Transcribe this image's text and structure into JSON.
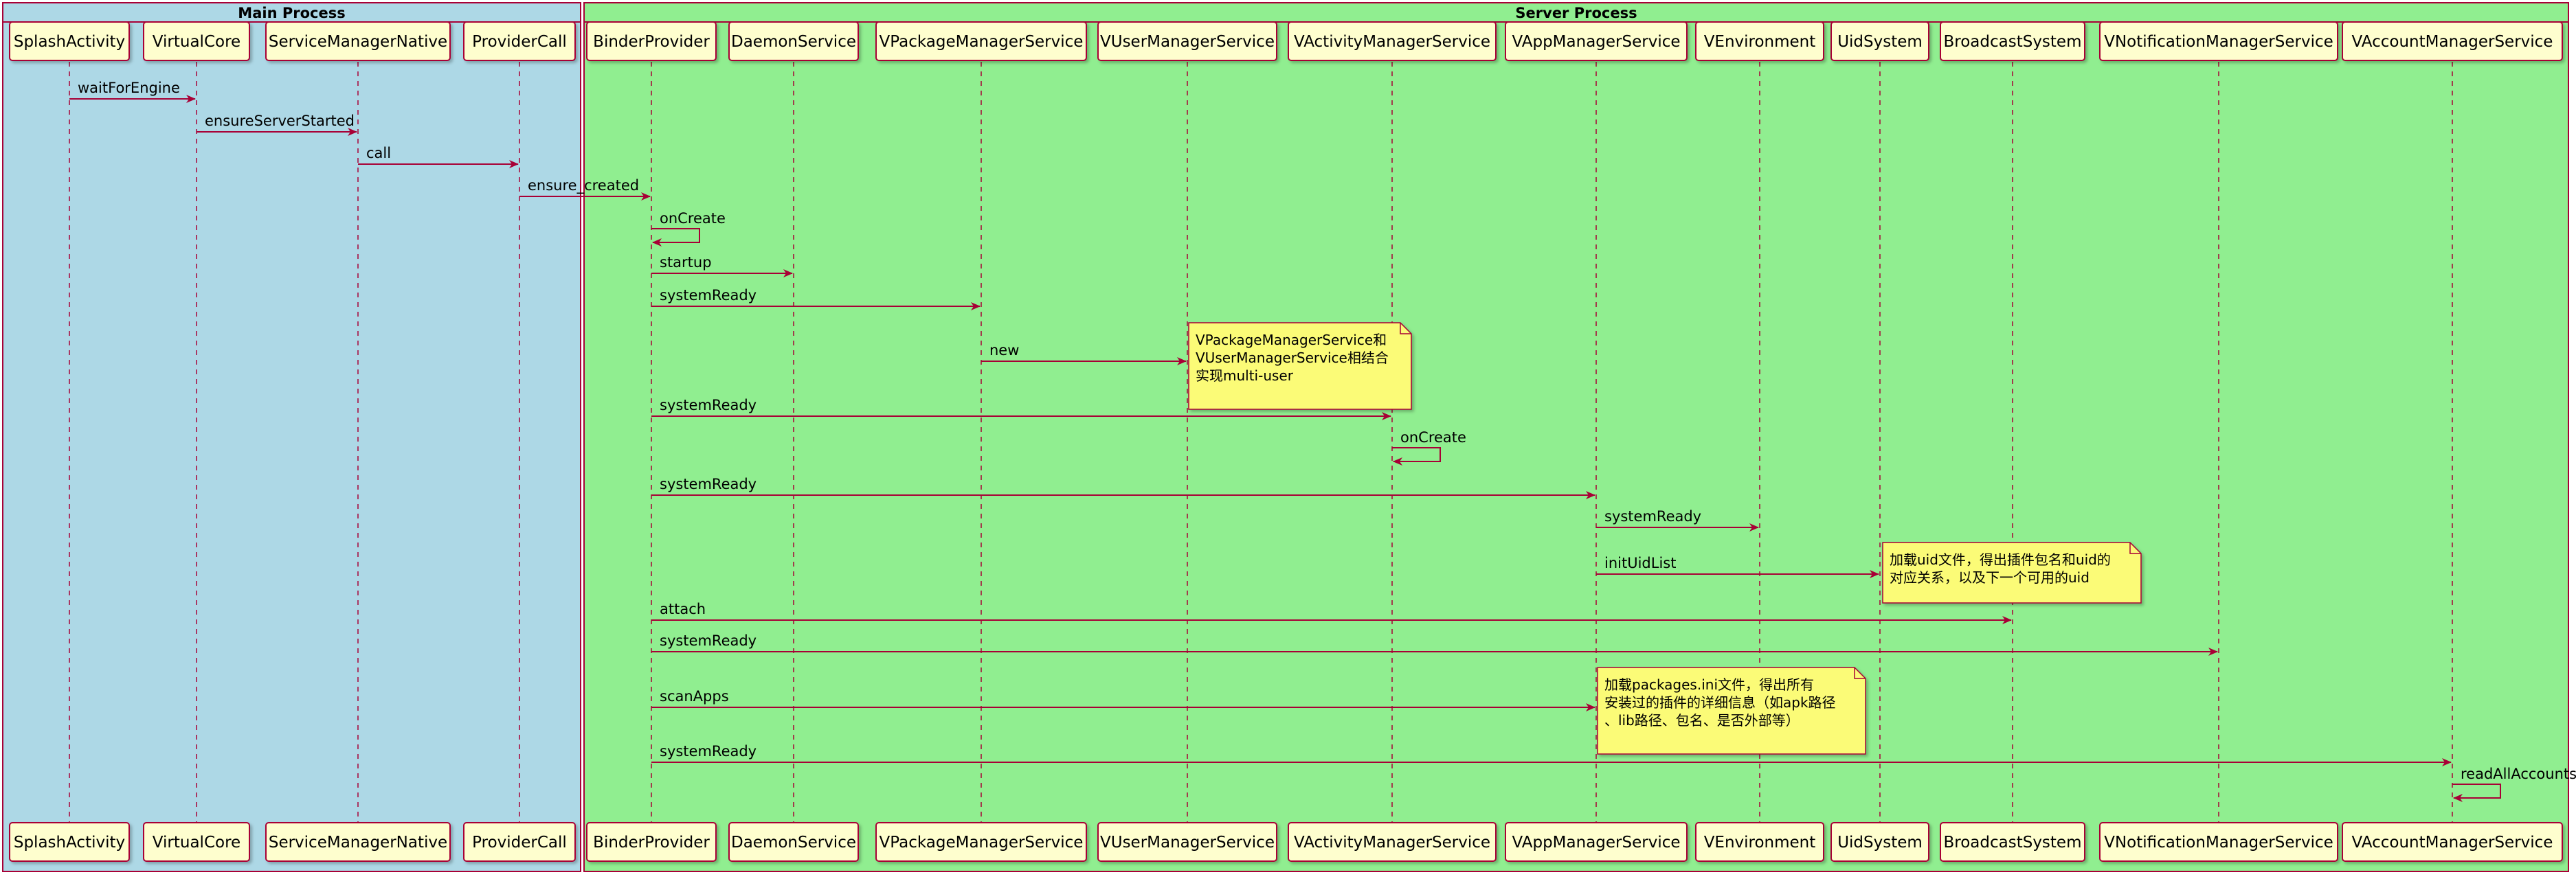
{
  "groups": [
    {
      "id": "main",
      "title": "Main Process",
      "fill": "#ADD8E6"
    },
    {
      "id": "server",
      "title": "Server Process",
      "fill": "#90EE90"
    }
  ],
  "participants": [
    {
      "id": "SplashActivity",
      "label": "SplashActivity"
    },
    {
      "id": "VirtualCore",
      "label": "VirtualCore"
    },
    {
      "id": "ServiceManagerNative",
      "label": "ServiceManagerNative"
    },
    {
      "id": "ProviderCall",
      "label": "ProviderCall"
    },
    {
      "id": "BinderProvider",
      "label": "BinderProvider"
    },
    {
      "id": "DaemonService",
      "label": "DaemonService"
    },
    {
      "id": "VPackageManagerService",
      "label": "VPackageManagerService"
    },
    {
      "id": "VUserManagerService",
      "label": "VUserManagerService"
    },
    {
      "id": "VActivityManagerService",
      "label": "VActivityManagerService"
    },
    {
      "id": "VAppManagerService",
      "label": "VAppManagerService"
    },
    {
      "id": "VEnvironment",
      "label": "VEnvironment"
    },
    {
      "id": "UidSystem",
      "label": "UidSystem"
    },
    {
      "id": "BroadcastSystem",
      "label": "BroadcastSystem"
    },
    {
      "id": "VNotificationManagerService",
      "label": "VNotificationManagerService"
    },
    {
      "id": "VAccountManagerService",
      "label": "VAccountManagerService"
    }
  ],
  "messages": [
    {
      "from": "SplashActivity",
      "to": "VirtualCore",
      "label": "waitForEngine"
    },
    {
      "from": "VirtualCore",
      "to": "ServiceManagerNative",
      "label": "ensureServerStarted"
    },
    {
      "from": "ServiceManagerNative",
      "to": "ProviderCall",
      "label": "call"
    },
    {
      "from": "ProviderCall",
      "to": "BinderProvider",
      "label": "ensure_created"
    },
    {
      "from": "BinderProvider",
      "to": "BinderProvider",
      "label": "onCreate"
    },
    {
      "from": "BinderProvider",
      "to": "DaemonService",
      "label": "startup"
    },
    {
      "from": "BinderProvider",
      "to": "VPackageManagerService",
      "label": "systemReady"
    },
    {
      "from": "VPackageManagerService",
      "to": "VUserManagerService",
      "label": "new"
    },
    {
      "from": "BinderProvider",
      "to": "VActivityManagerService",
      "label": "systemReady"
    },
    {
      "from": "VActivityManagerService",
      "to": "VActivityManagerService",
      "label": "onCreate"
    },
    {
      "from": "BinderProvider",
      "to": "VAppManagerService",
      "label": "systemReady"
    },
    {
      "from": "VAppManagerService",
      "to": "VEnvironment",
      "label": "systemReady"
    },
    {
      "from": "VAppManagerService",
      "to": "UidSystem",
      "label": "initUidList"
    },
    {
      "from": "BinderProvider",
      "to": "BroadcastSystem",
      "label": "attach"
    },
    {
      "from": "BinderProvider",
      "to": "VNotificationManagerService",
      "label": "systemReady"
    },
    {
      "from": "BinderProvider",
      "to": "VAppManagerService",
      "label": "scanApps"
    },
    {
      "from": "BinderProvider",
      "to": "VAccountManagerService",
      "label": "systemReady"
    },
    {
      "from": "VAccountManagerService",
      "to": "VAccountManagerService",
      "label": "readAllAccounts"
    }
  ],
  "notes": [
    {
      "after": "VUserManagerService",
      "message_index": 7,
      "lines": [
        "VPackageManagerService和",
        "VUserManagerService相结合",
        "实现multi-user"
      ]
    },
    {
      "after": "UidSystem",
      "message_index": 12,
      "lines": [
        "加载uid文件，得出插件包名和uid的",
        "对应关系，以及下一个可用的uid"
      ]
    },
    {
      "after": "VAppManagerService",
      "message_index": 15,
      "lines": [
        "加载packages.ini文件，得出所有",
        "安装过的插件的详细信息（如apk路径",
        "、lib路径、包名、是否外部等）"
      ]
    }
  ],
  "colors": {
    "participant_fill": "#FEFECE",
    "participant_border": "#A80036",
    "arrow": "#A80036",
    "note_fill": "#FBFB77",
    "group_border": "#A80036"
  }
}
